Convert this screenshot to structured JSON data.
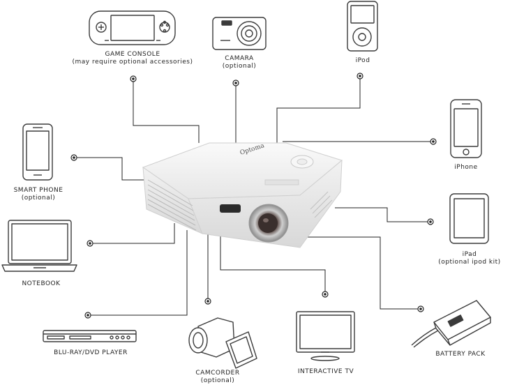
{
  "colors": {
    "line": "#222222",
    "device": "#3a3a3a",
    "projector_body": "#f4f4f4",
    "lens": "#6a6a6a"
  },
  "devices": {
    "game_console": {
      "name": "GAME CONSOLE",
      "note": "(may require optional accessories)",
      "icon": "game-console-icon"
    },
    "camera": {
      "name": "CAMARA",
      "note": "(optional)",
      "icon": "camera-icon"
    },
    "ipod": {
      "name": "iPod",
      "icon": "ipod-icon"
    },
    "iphone": {
      "name": "iPhone",
      "icon": "iphone-icon"
    },
    "smart_phone": {
      "name": "SMART PHONE",
      "note": "(optional)",
      "icon": "smartphone-icon"
    },
    "ipad": {
      "name": "iPad",
      "note": "(optional ipod kit)",
      "icon": "ipad-icon"
    },
    "notebook": {
      "name": "NOTEBOOK",
      "icon": "notebook-icon"
    },
    "bluray": {
      "name": "BLU-RAY/DVD PLAYER",
      "icon": "bluray-player-icon"
    },
    "camcorder": {
      "name": "CAMCORDER",
      "note": "(optional)",
      "icon": "camcorder-icon"
    },
    "tv": {
      "name": "INTERACTIVE TV",
      "icon": "tv-icon"
    },
    "battery": {
      "name": "BATTERY PACK",
      "icon": "battery-pack-icon"
    }
  }
}
